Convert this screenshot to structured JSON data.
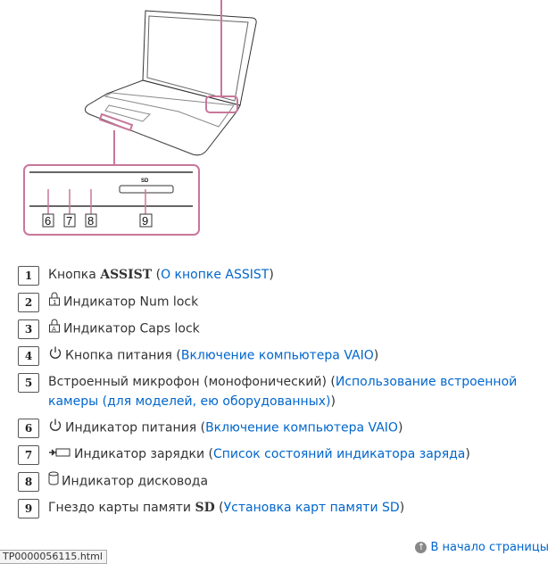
{
  "figure": {
    "callouts": [
      "6",
      "7",
      "8",
      "9"
    ],
    "sd_label": "SD",
    "accent_color": "#c8779a"
  },
  "items": [
    {
      "num": "1",
      "icon": "",
      "pre": "Кнопка ",
      "bold": "ASSIST",
      "post": " (",
      "link": "О кнопке ASSIST",
      "end": ")"
    },
    {
      "num": "2",
      "icon": "num-lock-icon",
      "pre": "Индикатор Num lock",
      "bold": "",
      "post": "",
      "link": "",
      "end": ""
    },
    {
      "num": "3",
      "icon": "caps-lock-icon",
      "pre": "Индикатор Caps lock",
      "bold": "",
      "post": "",
      "link": "",
      "end": ""
    },
    {
      "num": "4",
      "icon": "power-icon",
      "pre": "Кнопка питания (",
      "bold": "",
      "post": "",
      "link": "Включение компьютера VAIO",
      "end": ")"
    },
    {
      "num": "5",
      "icon": "",
      "pre": "Встроенный микрофон (монофонический) (",
      "bold": "",
      "post": "",
      "link": "Использование встроенной камеры (для моделей, ею оборудованных)",
      "end": ")"
    },
    {
      "num": "6",
      "icon": "power-icon",
      "pre": "Индикатор питания (",
      "bold": "",
      "post": "",
      "link": "Включение компьютера VAIO",
      "end": ")"
    },
    {
      "num": "7",
      "icon": "charge-icon",
      "pre": "Индикатор зарядки (",
      "bold": "",
      "post": "",
      "link": "Список состояний индикатора заряда",
      "end": ")"
    },
    {
      "num": "8",
      "icon": "disk-drive-icon",
      "pre": "Индикатор дисковода",
      "bold": "",
      "post": "",
      "link": "",
      "end": ""
    },
    {
      "num": "9",
      "icon": "",
      "pre": "Гнездо карты памяти ",
      "bold": "SD",
      "post": " (",
      "link": "Установка карт памяти SD",
      "end": ")"
    }
  ],
  "footer": {
    "back_to_top": "В начало страницы",
    "status_url": "TP0000056115.html"
  }
}
